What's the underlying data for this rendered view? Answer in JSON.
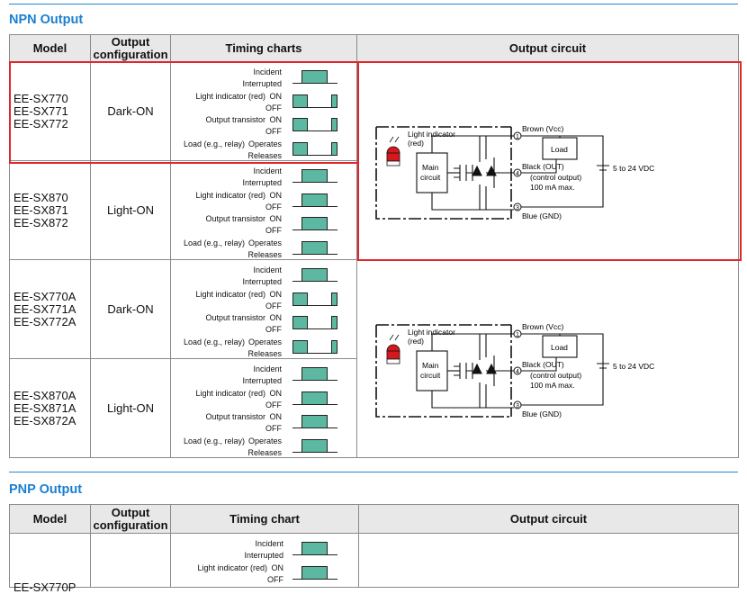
{
  "npn": {
    "title": "NPN Output",
    "headers": {
      "model": "Model",
      "output_config": "Output configuration",
      "timing": "Timing charts",
      "circuit": "Output circuit"
    },
    "rows": [
      {
        "models": [
          "EE-SX770",
          "EE-SX771",
          "EE-SX772"
        ],
        "config": "Dark-ON"
      },
      {
        "models": [
          "EE-SX870",
          "EE-SX871",
          "EE-SX872"
        ],
        "config": "Light-ON"
      },
      {
        "models": [
          "EE-SX770A",
          "EE-SX771A",
          "EE-SX772A"
        ],
        "config": "Dark-ON"
      },
      {
        "models": [
          "EE-SX870A",
          "EE-SX871A",
          "EE-SX872A"
        ],
        "config": "Light-ON"
      }
    ]
  },
  "timing_labels": {
    "incident": "Incident",
    "interrupted": "Interrupted",
    "light_indicator": "Light indicator (red)",
    "on": "ON",
    "off": "OFF",
    "output_transistor": "Output transistor",
    "load": "Load (e.g., relay)",
    "operates": "Operates",
    "releases": "Releases"
  },
  "circuit": {
    "light_indicator": "Light indicator",
    "red": "(red)",
    "main": "Main",
    "circuit_word": "circuit",
    "brown": "Brown (Vcc)",
    "load": "Load",
    "black": "Black (OUT)",
    "control_output": "(control output)",
    "current": "100 mA max.",
    "blue": "Blue (GND)",
    "voltage": "5 to 24 VDC",
    "pin1": "1",
    "pin4": "4",
    "pin3": "3"
  },
  "pnp": {
    "title": "PNP Output",
    "headers": {
      "model": "Model",
      "output_config": "Output configuration",
      "timing": "Timing chart",
      "circuit": "Output circuit"
    },
    "partial_model": "EE-SX770P"
  },
  "colors": {
    "accent": "#1a7fd0",
    "highlight": "#e0262b",
    "pulse_fill": "#5cb8a0",
    "led": "#d6181e"
  }
}
